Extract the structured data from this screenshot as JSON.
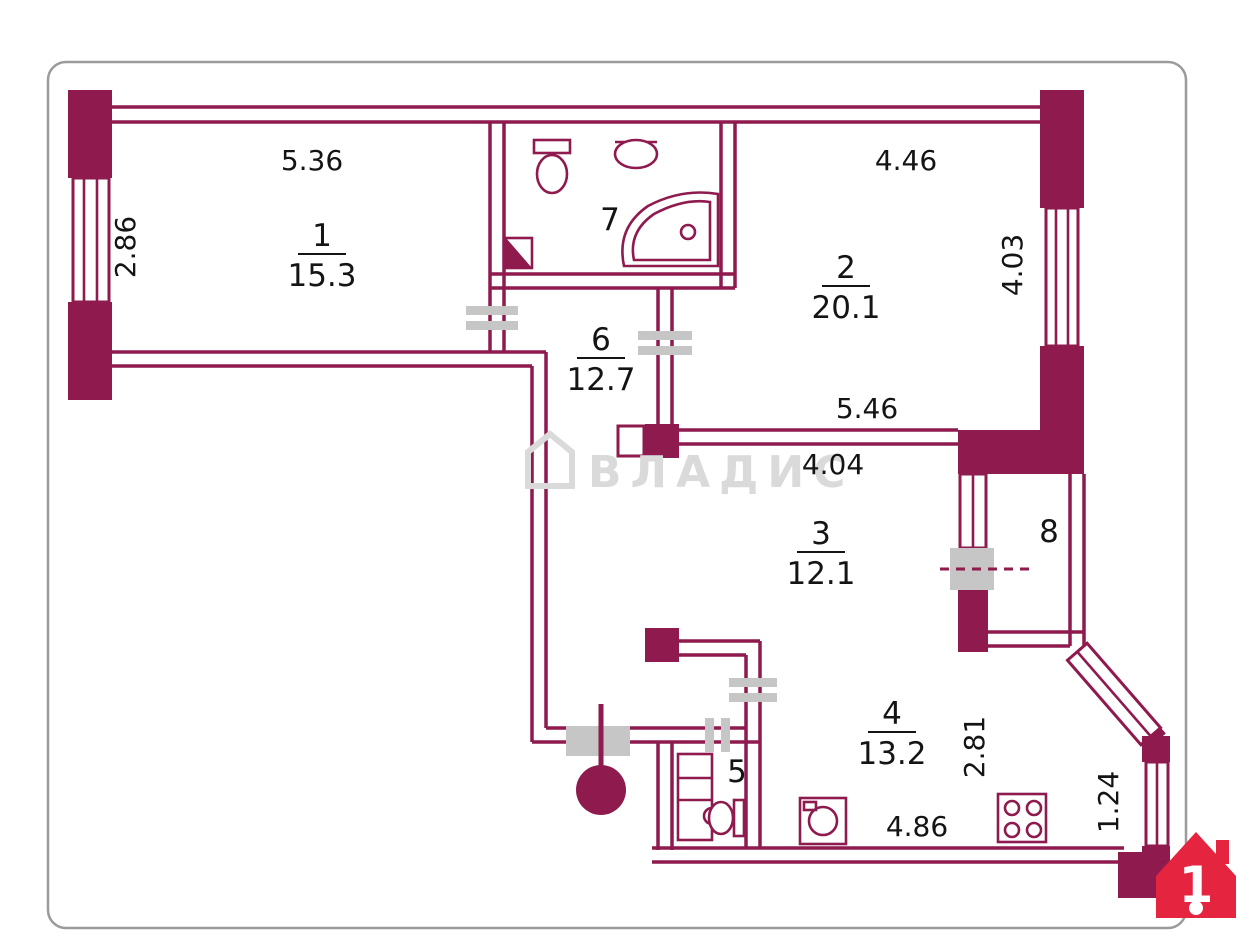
{
  "plan": {
    "watermark": "ВЛАДИС",
    "entry_badge": "1",
    "rooms": [
      {
        "number": "1",
        "area": "15.3"
      },
      {
        "number": "2",
        "area": "20.1"
      },
      {
        "number": "3",
        "area": "12.1"
      },
      {
        "number": "4",
        "area": "13.2"
      },
      {
        "number": "5"
      },
      {
        "number": "6",
        "area": "12.7"
      },
      {
        "number": "7"
      },
      {
        "number": "8"
      }
    ],
    "dimensions": {
      "room1_width": "5.36",
      "room1_height": "2.86",
      "room2_width": "4.46",
      "room2_height": "4.03",
      "wall_mid_top": "5.46",
      "wall_mid_bottom": "4.04",
      "room4_height": "2.81",
      "room4_width": "4.86",
      "entry_height": "1.24"
    },
    "colors": {
      "wall": "#8e1a4e",
      "door_gray": "#c6c6c6",
      "entry_red": "#e5243f",
      "watermark_gray": "#dadada"
    }
  }
}
